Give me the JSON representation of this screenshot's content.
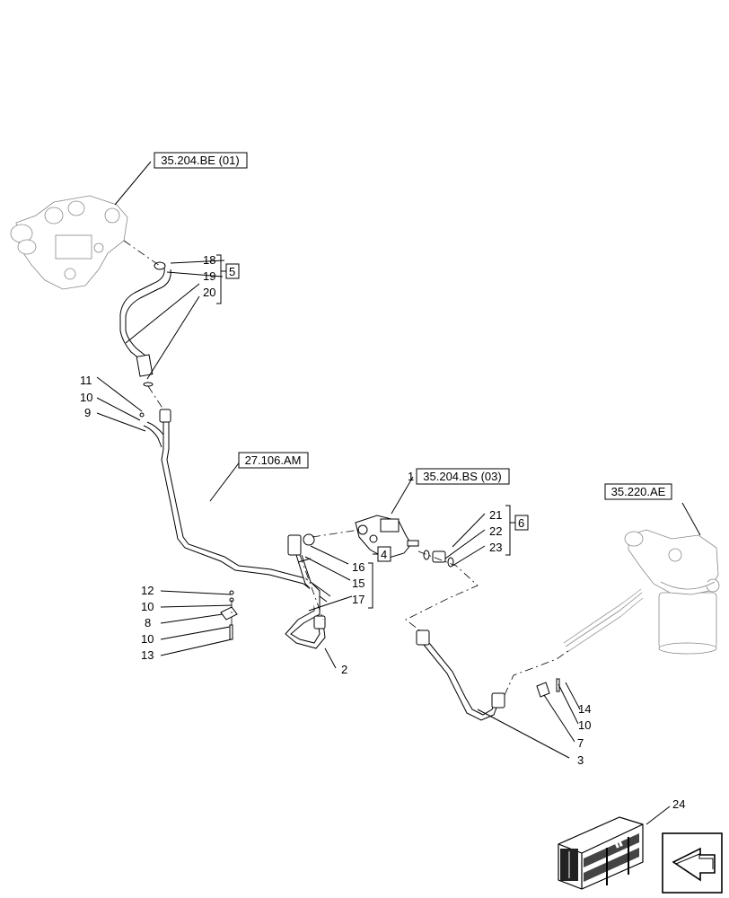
{
  "refs": {
    "valve_block": "35.204.BE (01)",
    "pump": "27.106.AM",
    "valve": "35.204.BS (03)",
    "steering": "35.220.AE"
  },
  "callouts": [
    "1",
    "2",
    "3",
    "4",
    "5",
    "6",
    "7",
    "8",
    "9",
    "10",
    "11",
    "12",
    "13",
    "14",
    "15",
    "16",
    "17",
    "18",
    "19",
    "20",
    "21",
    "22",
    "23",
    "24"
  ],
  "group_labels": {
    "g4": "4",
    "g5": "5",
    "g6": "6"
  },
  "icons": {
    "crate": "shipping-crate-icon",
    "nav": "next-page-arrow-icon"
  }
}
